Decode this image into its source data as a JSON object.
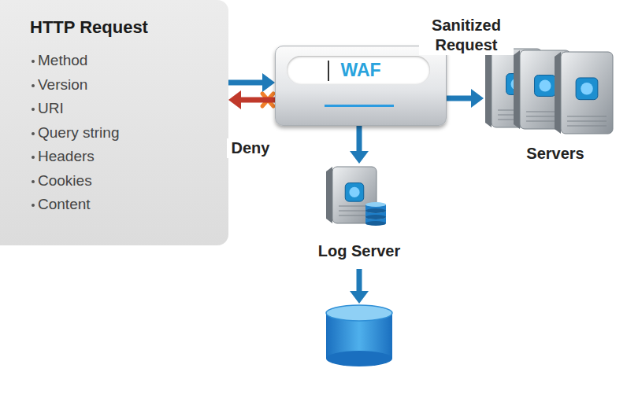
{
  "diagram": {
    "nodes": [
      {
        "text": [
          "HTTP Request",
          "Method",
          "Version",
          "URI",
          "Query string",
          "Headers",
          "Cookies",
          "Content"
        ]
      },
      {
        "text": [
          "WAF"
        ]
      },
      {
        "text": [
          "Servers"
        ]
      },
      {
        "text": [
          "Log Server"
        ]
      }
    ],
    "edges": [
      {
        "from": 0,
        "to": 1,
        "arrow": "to"
      },
      {
        "from": 1,
        "to": 0,
        "label": "Deny",
        "arrow": "to"
      },
      {
        "from": 1,
        "to": 2,
        "label": "Sanitized Request",
        "arrow": "to"
      },
      {
        "from": 1,
        "to": 3,
        "arrow": "to"
      }
    ]
  }
}
